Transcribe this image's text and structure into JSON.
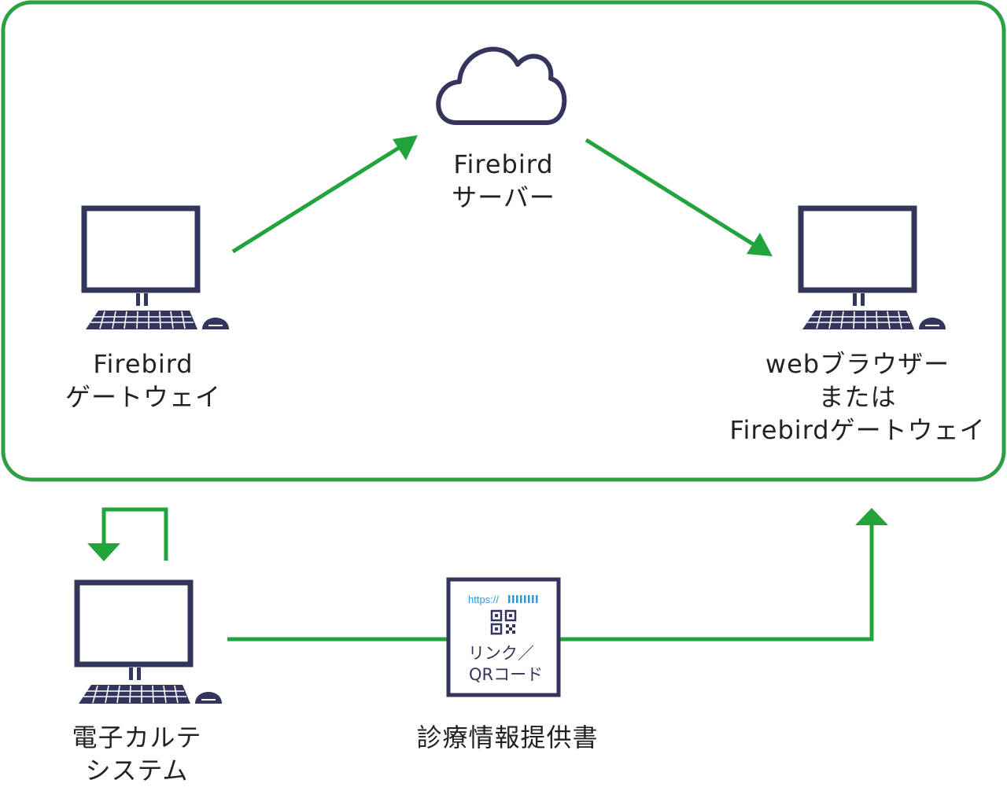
{
  "colors": {
    "frame": "#2ea043",
    "arrow": "#23a33b",
    "device": "#33355c",
    "url_blue": "#2f98d6"
  },
  "icons": {
    "cloud": "cloud-icon",
    "computer": "desktop-computer-icon",
    "qr": "qr-code-icon"
  },
  "nodes": {
    "server": {
      "line1": "Firebird",
      "line2": "サーバー"
    },
    "gateway": {
      "line1": "Firebird",
      "line2": "ゲートウェイ"
    },
    "browser": {
      "line1": "webブラウザー",
      "line2": "または",
      "line3": "Firebirdゲートウェイ"
    },
    "emr": {
      "line1": "電子カルテ",
      "line2": "システム"
    }
  },
  "document": {
    "url_text": "https://",
    "line1": "リンク／",
    "line2": "QRコード",
    "caption": "診療情報提供書"
  }
}
